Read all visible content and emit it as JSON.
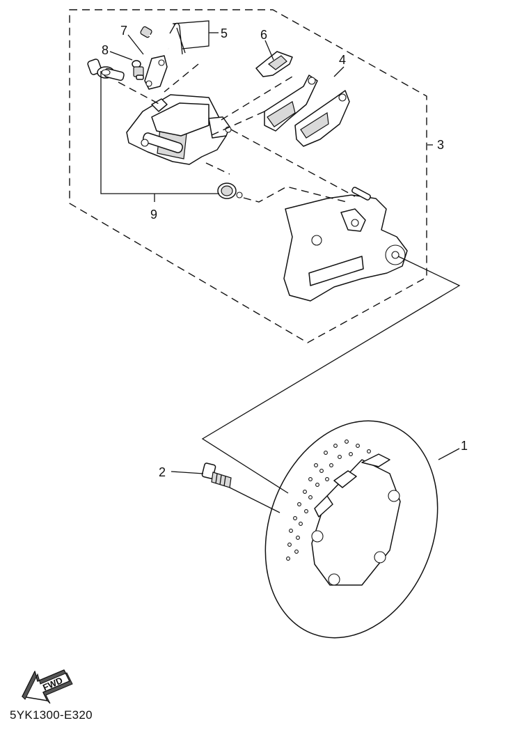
{
  "callouts": {
    "c1": "1",
    "c2": "2",
    "c3": "3",
    "c4": "4",
    "c5": "5",
    "c6": "6",
    "c7": "7",
    "c8": "8",
    "c9": "9"
  },
  "fwd_label": "FWD",
  "diagram_code": "5YK1300-E320"
}
